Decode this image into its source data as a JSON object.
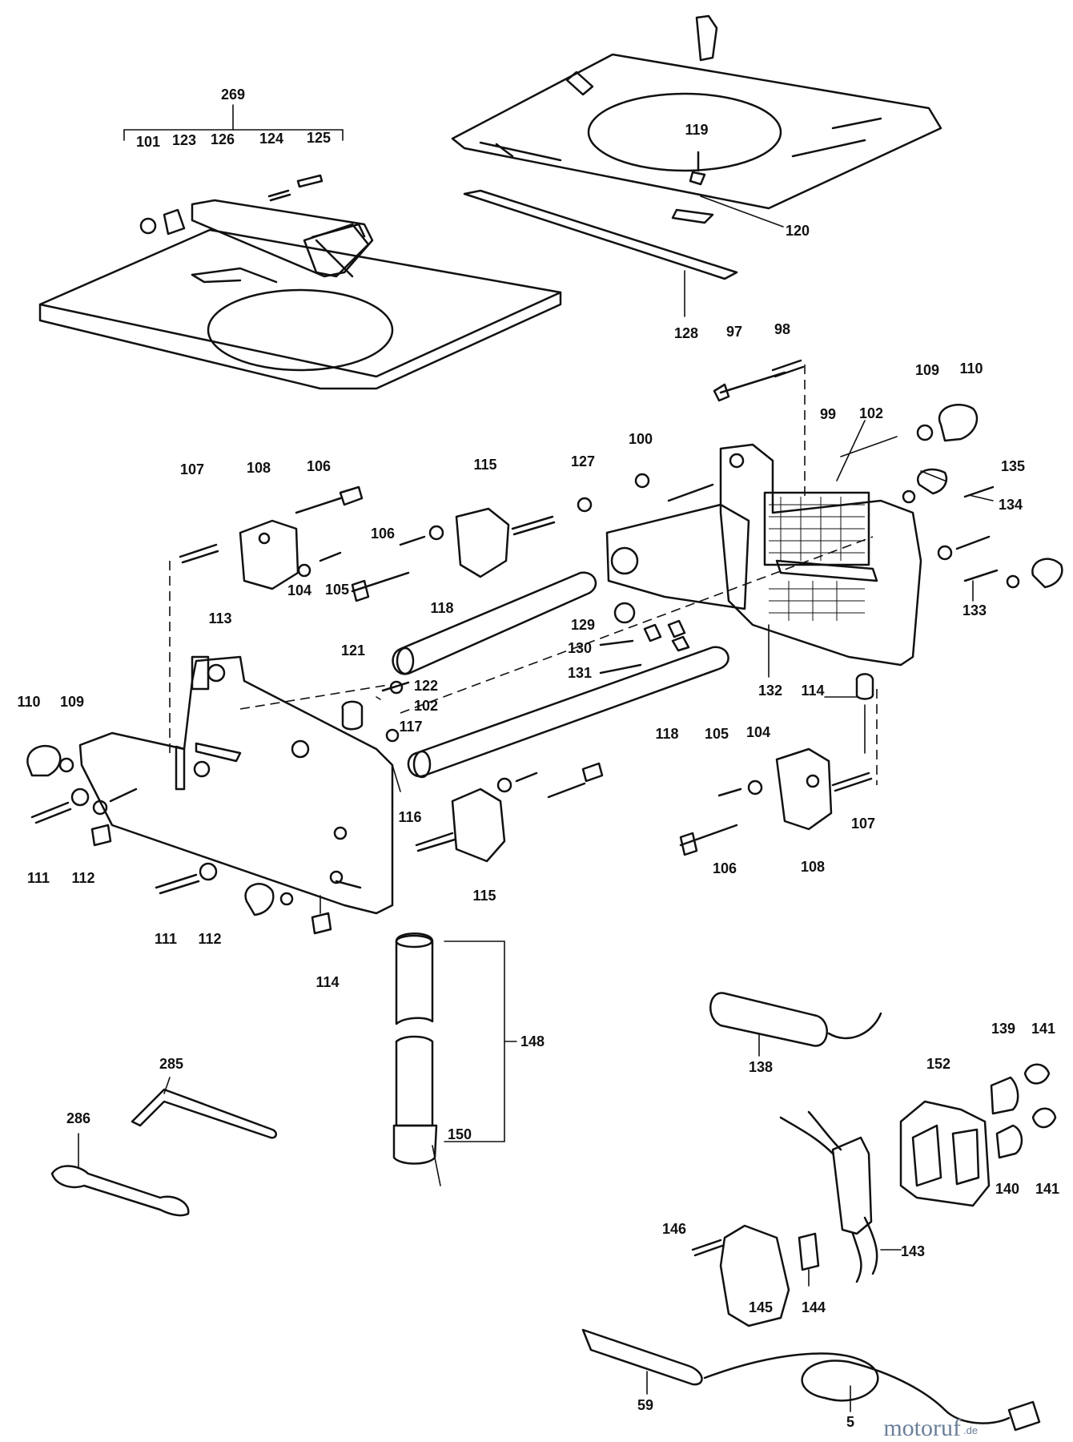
{
  "diagram": {
    "part_labels": [
      {
        "id": "269",
        "text": "269"
      },
      {
        "id": "101",
        "text": "101"
      },
      {
        "id": "123",
        "text": "123"
      },
      {
        "id": "126",
        "text": "126"
      },
      {
        "id": "124",
        "text": "124"
      },
      {
        "id": "125",
        "text": "125"
      },
      {
        "id": "119",
        "text": "119"
      },
      {
        "id": "120",
        "text": "120"
      },
      {
        "id": "128",
        "text": "128"
      },
      {
        "id": "97",
        "text": "97"
      },
      {
        "id": "98",
        "text": "98"
      },
      {
        "id": "109a",
        "text": "109"
      },
      {
        "id": "110a",
        "text": "110"
      },
      {
        "id": "99",
        "text": "99"
      },
      {
        "id": "102a",
        "text": "102"
      },
      {
        "id": "135",
        "text": "135"
      },
      {
        "id": "134",
        "text": "134"
      },
      {
        "id": "100",
        "text": "100"
      },
      {
        "id": "127",
        "text": "127"
      },
      {
        "id": "107a",
        "text": "107"
      },
      {
        "id": "108a",
        "text": "108"
      },
      {
        "id": "106a",
        "text": "106"
      },
      {
        "id": "115a",
        "text": "115"
      },
      {
        "id": "106b",
        "text": "106"
      },
      {
        "id": "104a",
        "text": "104"
      },
      {
        "id": "105a",
        "text": "105"
      },
      {
        "id": "118a",
        "text": "118"
      },
      {
        "id": "129",
        "text": "129"
      },
      {
        "id": "130",
        "text": "130"
      },
      {
        "id": "131",
        "text": "131"
      },
      {
        "id": "132",
        "text": "132"
      },
      {
        "id": "133",
        "text": "133"
      },
      {
        "id": "113",
        "text": "113"
      },
      {
        "id": "121",
        "text": "121"
      },
      {
        "id": "122",
        "text": "122"
      },
      {
        "id": "102b",
        "text": "102"
      },
      {
        "id": "117",
        "text": "117"
      },
      {
        "id": "110b",
        "text": "110"
      },
      {
        "id": "109b",
        "text": "109"
      },
      {
        "id": "114a",
        "text": "114"
      },
      {
        "id": "118b",
        "text": "118"
      },
      {
        "id": "105b",
        "text": "105"
      },
      {
        "id": "104b",
        "text": "104"
      },
      {
        "id": "116",
        "text": "116"
      },
      {
        "id": "107b",
        "text": "107"
      },
      {
        "id": "106c",
        "text": "106"
      },
      {
        "id": "108b",
        "text": "108"
      },
      {
        "id": "111a",
        "text": "111"
      },
      {
        "id": "112a",
        "text": "112"
      },
      {
        "id": "115b",
        "text": "115"
      },
      {
        "id": "111b",
        "text": "111"
      },
      {
        "id": "112b",
        "text": "112"
      },
      {
        "id": "114b",
        "text": "114"
      },
      {
        "id": "148",
        "text": "148"
      },
      {
        "id": "150",
        "text": "150"
      },
      {
        "id": "138",
        "text": "138"
      },
      {
        "id": "139",
        "text": "139"
      },
      {
        "id": "141a",
        "text": "141"
      },
      {
        "id": "152",
        "text": "152"
      },
      {
        "id": "140",
        "text": "140"
      },
      {
        "id": "141b",
        "text": "141"
      },
      {
        "id": "285",
        "text": "285"
      },
      {
        "id": "286",
        "text": "286"
      },
      {
        "id": "146",
        "text": "146"
      },
      {
        "id": "143",
        "text": "143"
      },
      {
        "id": "145",
        "text": "145"
      },
      {
        "id": "144",
        "text": "144"
      },
      {
        "id": "59",
        "text": "59"
      },
      {
        "id": "5",
        "text": "5"
      }
    ],
    "watermark": {
      "main": "motoruf",
      "suffix": ".de"
    }
  }
}
